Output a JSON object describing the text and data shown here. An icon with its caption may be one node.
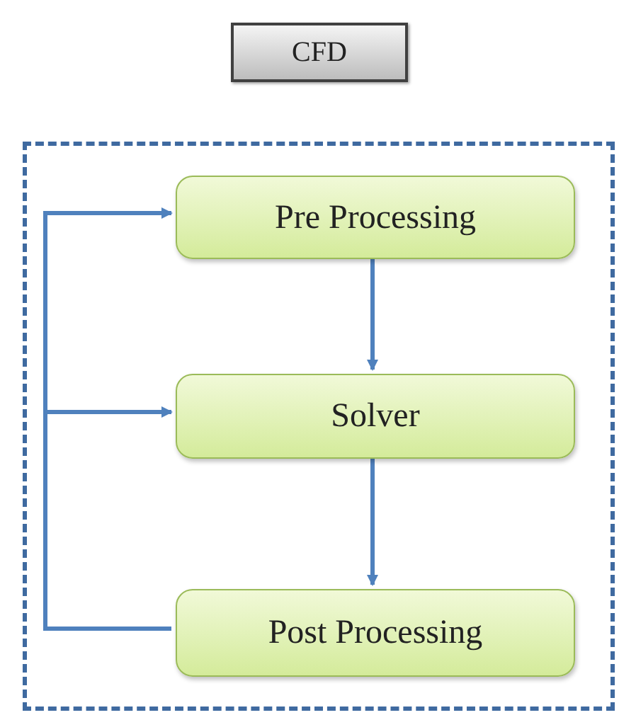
{
  "diagram": {
    "nodes": [
      {
        "text": [
          "CFD"
        ]
      },
      {
        "text": [],
        "shape": "box"
      },
      {
        "text": [
          "Pre Processing"
        ],
        "in": 1
      },
      {
        "text": [
          "Solver"
        ],
        "in": 1
      },
      {
        "text": [
          "Post Processing"
        ],
        "in": 1
      }
    ],
    "edges": [
      {
        "from": 2,
        "to": 3,
        "arrow": "to"
      },
      {
        "from": 3,
        "to": 4,
        "arrow": "to"
      },
      {
        "from": 4,
        "to": 2,
        "arrow": "to"
      },
      {
        "from": 4,
        "to": 3,
        "arrow": "to"
      }
    ]
  }
}
